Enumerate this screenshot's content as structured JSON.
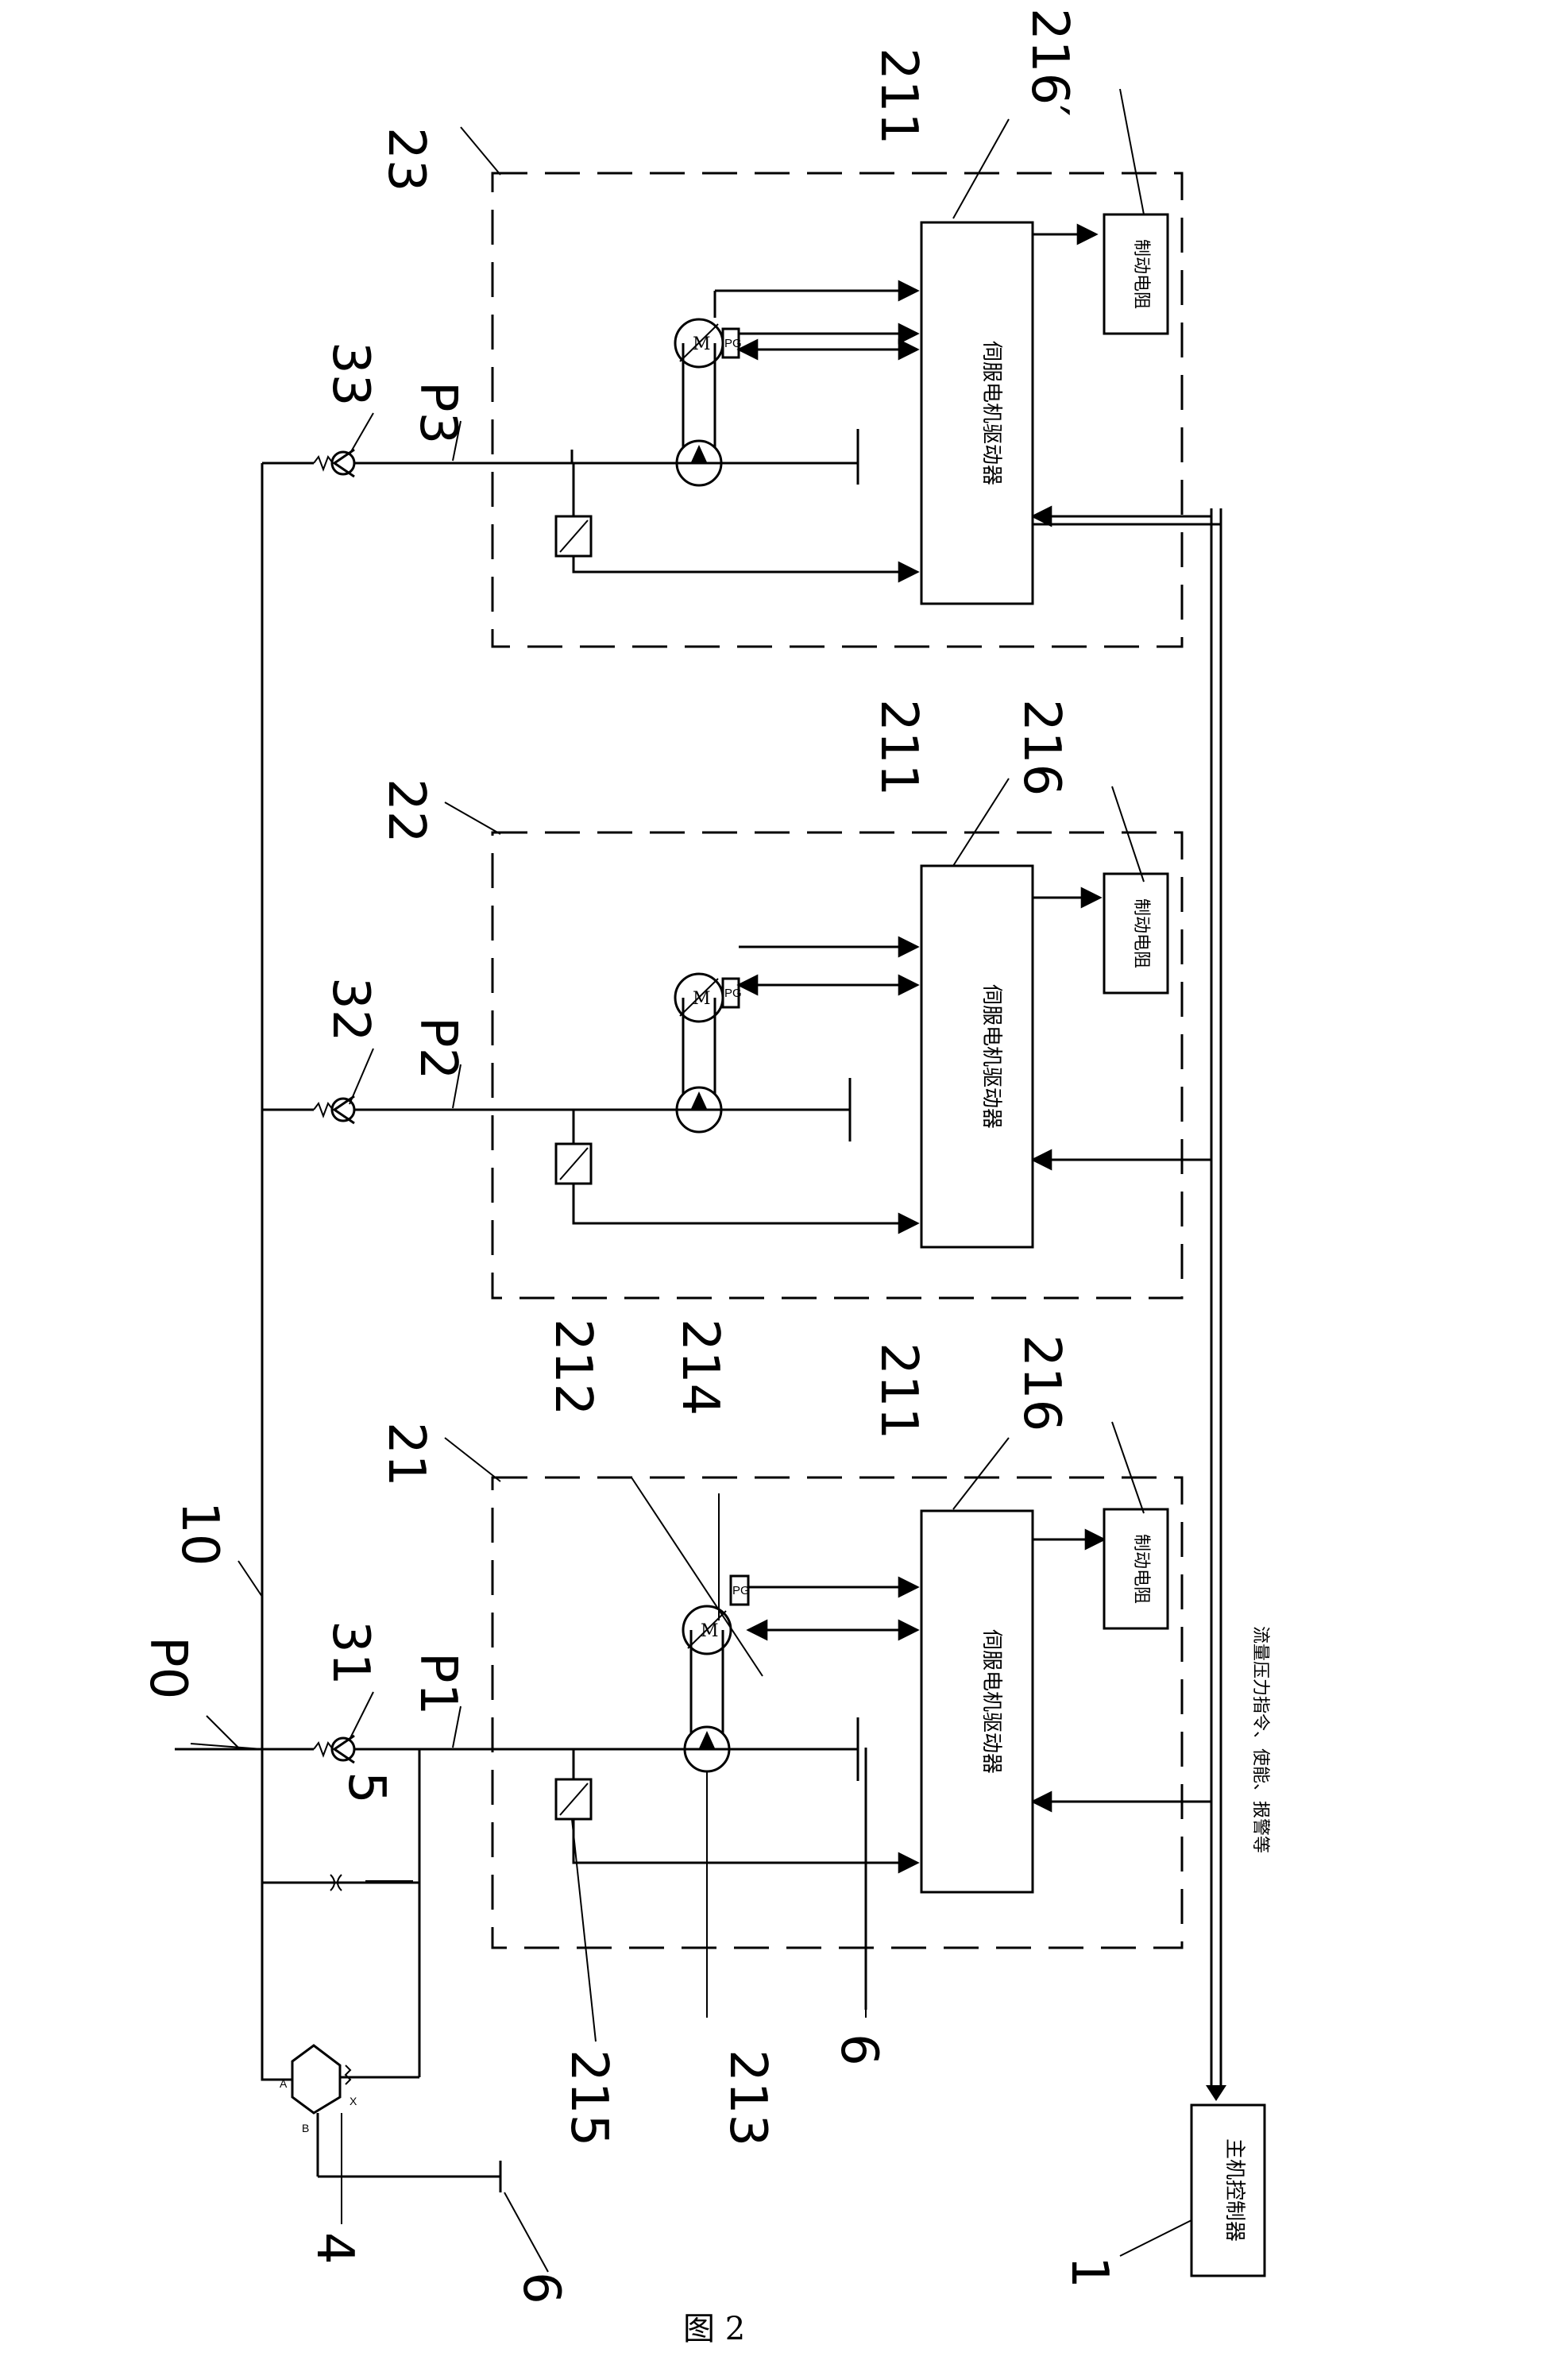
{
  "figure": {
    "caption": "图 2"
  },
  "components": {
    "host_controller": {
      "label": "主机控制器"
    },
    "servo_driver": {
      "label": "伺服电机驱动器"
    },
    "brake_resistor": {
      "label": "制动电阻"
    },
    "motor_symbol": "M",
    "encoder_symbol": "PG",
    "bus_label": "流量压力指令、使能、报警等",
    "valve_ports": {
      "a": "A",
      "b": "B",
      "x": "X"
    }
  },
  "reference_numerals": {
    "n1": "1",
    "n4": "4",
    "n5": "5",
    "n6": "6",
    "n10": "10",
    "n21": "21",
    "n22": "22",
    "n23": "23",
    "n31": "31",
    "n32": "32",
    "n33": "33",
    "n211": "211",
    "n212": "212",
    "n213": "213",
    "n214": "214",
    "n215": "215",
    "n216": "216",
    "n216p": "216′"
  },
  "pressures": {
    "p0": "P0",
    "p1": "P1",
    "p2": "P2",
    "p3": "P3"
  }
}
